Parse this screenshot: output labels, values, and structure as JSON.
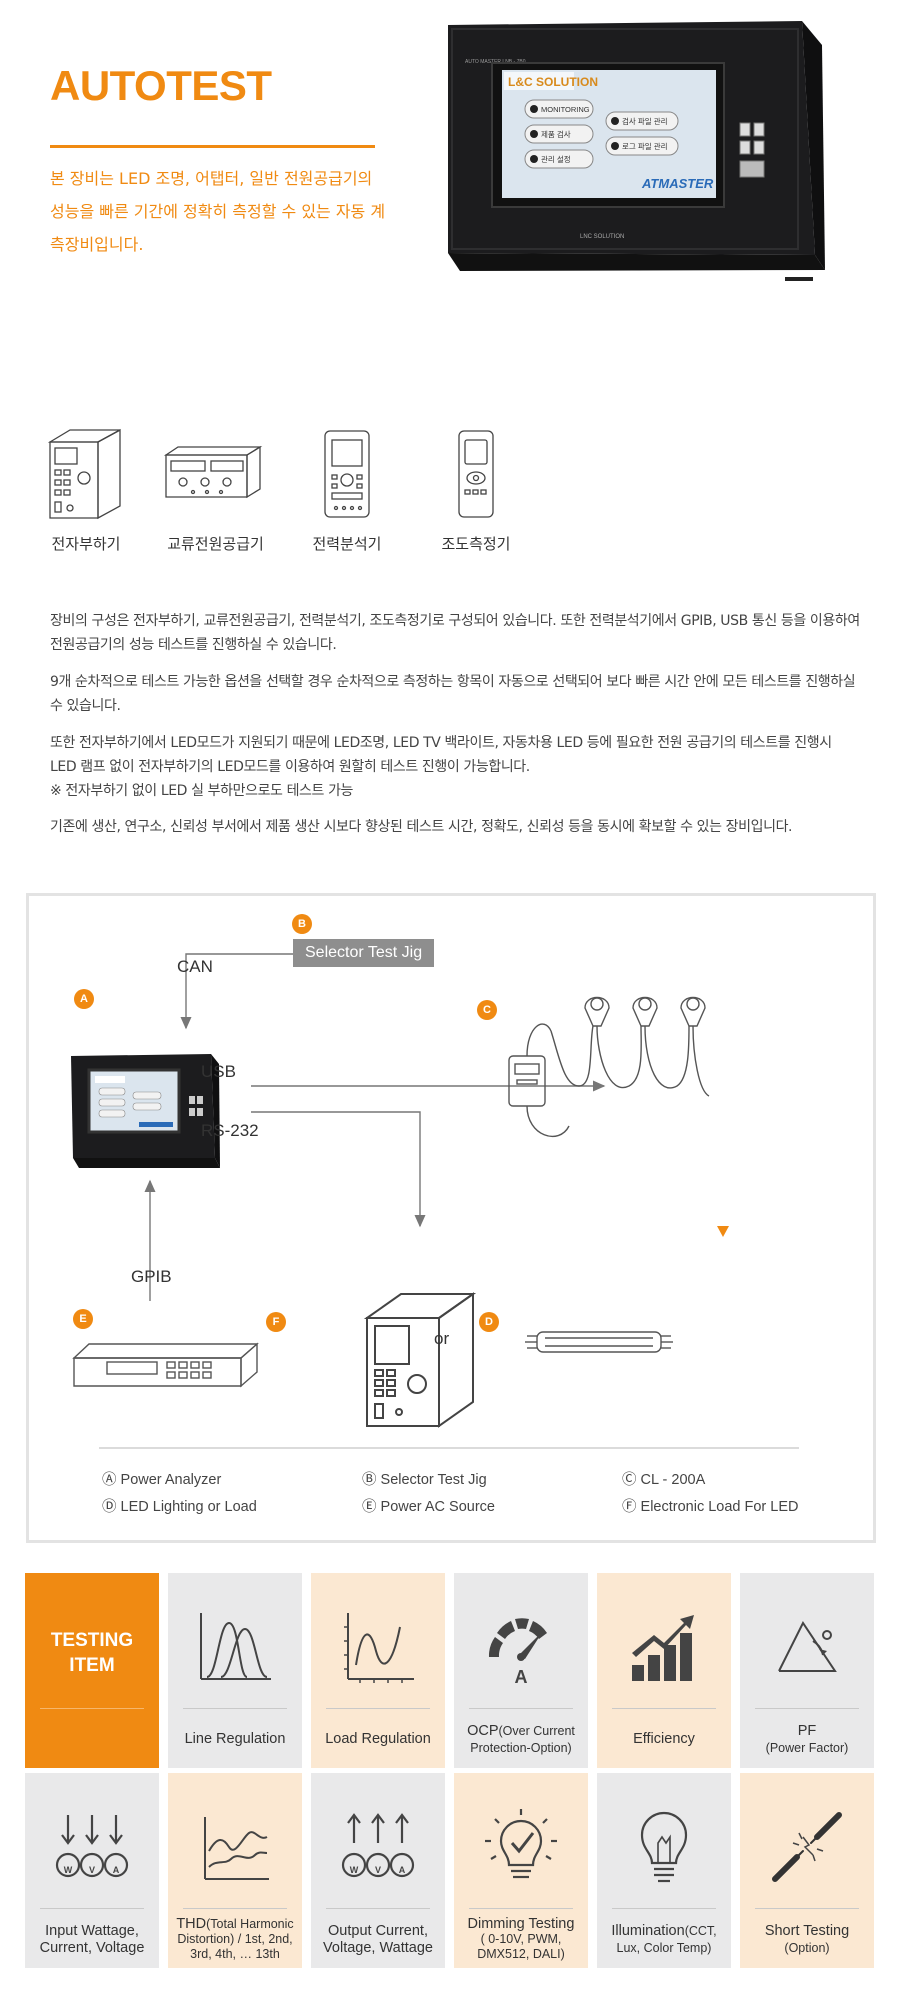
{
  "hero": {
    "title": "AUTOTEST",
    "description": "본 장비는 LED 조명, 어탭터, 일반 전원공급기의 성능을 빠른 기간에 정확히 측정할 수 있는 자동 계측장비입니다.",
    "device_screen": {
      "brand_label": "AUTO MASTER LNB - 7B0",
      "logo": "L&C SOLUTION",
      "buttons": [
        "MONITORING",
        "제품 검사",
        "관리 설정",
        "검사 파일 관리",
        "로그 파일 관리"
      ],
      "product_name": "ATMASTER",
      "maker_label": "LNC SOLUTION"
    }
  },
  "devices": [
    {
      "label": "전자부하기",
      "icon": "electronic-load-icon"
    },
    {
      "label": "교류전원공급기",
      "icon": "ac-power-supply-icon"
    },
    {
      "label": "전력분석기",
      "icon": "power-analyzer-icon"
    },
    {
      "label": "조도측정기",
      "icon": "illuminance-meter-icon"
    }
  ],
  "paragraphs": [
    "장비의 구성은 전자부하기, 교류전원공급기, 전력분석기, 조도측정기로 구성되어 있습니다. 또한 전력분석기에서 GPIB, USB 통신 등을 이용하여 전원공급기의 성능 테스트를 진행하실 수 있습니다.",
    "9개 순차적으로 테스트 가능한 옵션을 선택할 경우 순차적으로 측정하는 항목이 자동으로 선택되어 보다 빠른 시간 안에 모든 테스트를 진행하실 수 있습니다.",
    "또한 전자부하기에서 LED모드가 지원되기 때문에 LED조명, LED TV 백라이트, 자동차용 LED 등에 필요한 전원 공급기의 테스트를 진행시 LED 램프 없이 전자부하기의 LED모드를 이용하여 원할히 테스트 진행이 가능합니다.",
    "※ 전자부하기 없이 LED 실 부하만으로도 테스트 가능",
    "기존에 생산, 연구소, 신뢰성 부서에서 제품 생산 시보다 향상된 테스트 시간, 정확도, 신뢰성 등을 동시에 확보할 수 있는 장비입니다."
  ],
  "diagram": {
    "badges": {
      "a": "A",
      "b": "B",
      "c": "C",
      "d": "D",
      "e": "E",
      "f": "F"
    },
    "jig_label": "Selector Test Jig",
    "labels": {
      "can": "CAN",
      "usb": "USB",
      "rs232": "RS-232",
      "gpib": "GPIB",
      "or": "or"
    },
    "legend": [
      {
        "mark": "Ⓐ",
        "text": "Power Analyzer"
      },
      {
        "mark": "Ⓑ",
        "text": "Selector Test Jig"
      },
      {
        "mark": "Ⓒ",
        "text": "CL - 200A"
      },
      {
        "mark": "Ⓓ",
        "text": "LED Lighting or Load"
      },
      {
        "mark": "Ⓔ",
        "text": "Power AC Source"
      },
      {
        "mark": "Ⓕ",
        "text": "Electronic Load For LED"
      }
    ]
  },
  "testing": {
    "title_line1": "TESTING",
    "title_line2": "ITEM",
    "items": [
      {
        "label": "Line Regulation",
        "icon": "line-regulation-icon"
      },
      {
        "label": "Load Regulation",
        "icon": "load-regulation-icon"
      },
      {
        "label_main": "OCP",
        "label_small": "(Over Current Protection-Option)",
        "icon": "ocp-gauge-icon"
      },
      {
        "label": "Efficiency",
        "icon": "efficiency-chart-icon"
      },
      {
        "label_main": "PF",
        "label_small": "(Power Factor)",
        "icon": "power-factor-icon"
      },
      {
        "label": "Input Wattage, Current, Voltage",
        "icon": "input-meters-icon"
      },
      {
        "label_main": "THD",
        "label_small": "(Total Harmonic Distortion) / 1st, 2nd, 3rd, 4th, … 13th",
        "icon": "thd-wave-icon"
      },
      {
        "label": "Output Current, Voltage, Wattage",
        "icon": "output-meters-icon"
      },
      {
        "label_main": "Dimming Testing",
        "label_small": "( 0-10V, PWM, DMX512, DALI)",
        "icon": "dimming-bulb-icon"
      },
      {
        "label_main": "Illumination",
        "label_small": "(CCT, Lux, Color Temp)",
        "icon": "illumination-bulb-icon"
      },
      {
        "label_main": "Short Testing",
        "label_small": "(Option)",
        "icon": "short-testing-icon"
      }
    ]
  },
  "colors": {
    "accent": "#f08a12",
    "cell_gray": "#e9e9ea",
    "cell_cream": "#fbe8d2"
  }
}
